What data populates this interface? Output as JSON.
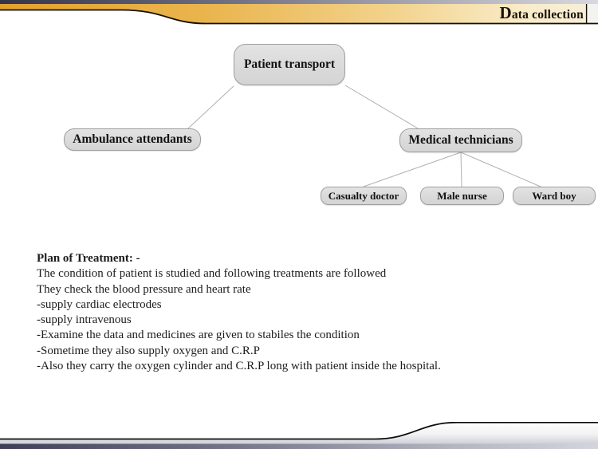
{
  "header": {
    "title": "Data collection",
    "title_initial": "D",
    "title_rest": "ata collection"
  },
  "diagram": {
    "root": {
      "label": "Patient transport"
    },
    "level2": [
      {
        "label": "Ambulance attendants"
      },
      {
        "label": "Medical technicians"
      }
    ],
    "level3": [
      {
        "label": "Casualty doctor"
      },
      {
        "label": "Male nurse"
      },
      {
        "label": "Ward boy"
      }
    ]
  },
  "body": {
    "heading": "Plan of Treatment: -",
    "lines": [
      "The condition of patient is studied and following treatments are followed",
      "They check the blood pressure and heart rate",
      "-supply cardiac electrodes",
      "-supply intravenous",
      "-Examine the data and medicines are given to stabiles the condition",
      "-Sometime they also supply oxygen and C.R.P",
      "-Also they carry the oxygen cylinder and C.R.P long with patient inside the hospital."
    ]
  },
  "colors": {
    "band_gold_dark": "#e3a22d",
    "band_gold_light": "#f9ecc9",
    "strip_dark": "#33334a",
    "strip_light": "#d8d8de",
    "node_fill": "#dadada",
    "node_border": "#9f9f9f",
    "connector": "#b0b0b0",
    "outline_black": "#151005"
  }
}
